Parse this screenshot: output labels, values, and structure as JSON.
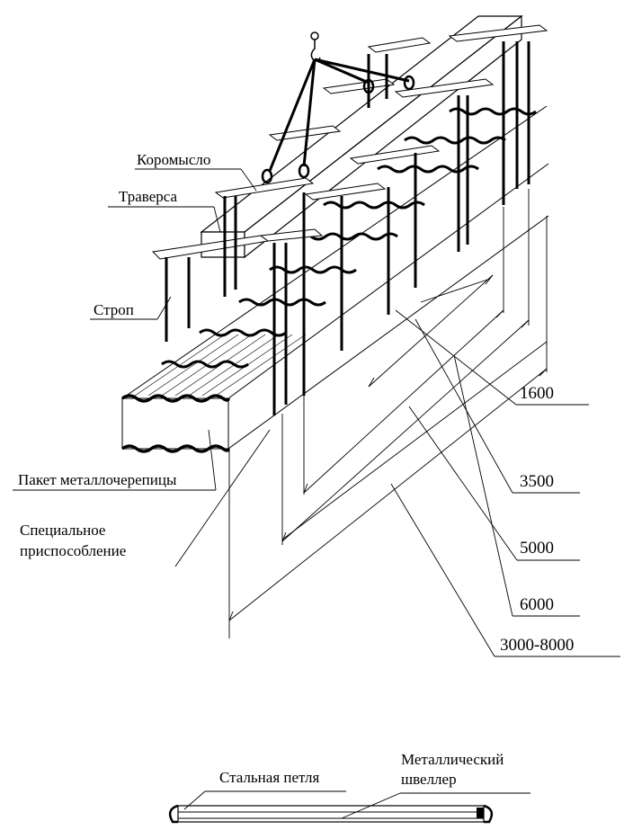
{
  "labels": {
    "beam": "Коромысло",
    "traverse": "Траверса",
    "sling": "Строп",
    "package": "Пакет металлочерепицы",
    "device_line1": "Специальное",
    "device_line2": "приспособление",
    "steel_loop": "Стальная петля",
    "channel_line1": "Металлический",
    "channel_line2": "швеллер"
  },
  "dimensions": {
    "d1600": "1600",
    "d3500": "3500",
    "d5000": "5000",
    "d6000": "6000",
    "d_range": "3000-8000"
  },
  "colors": {
    "line": "#000000",
    "background": "#ffffff"
  }
}
